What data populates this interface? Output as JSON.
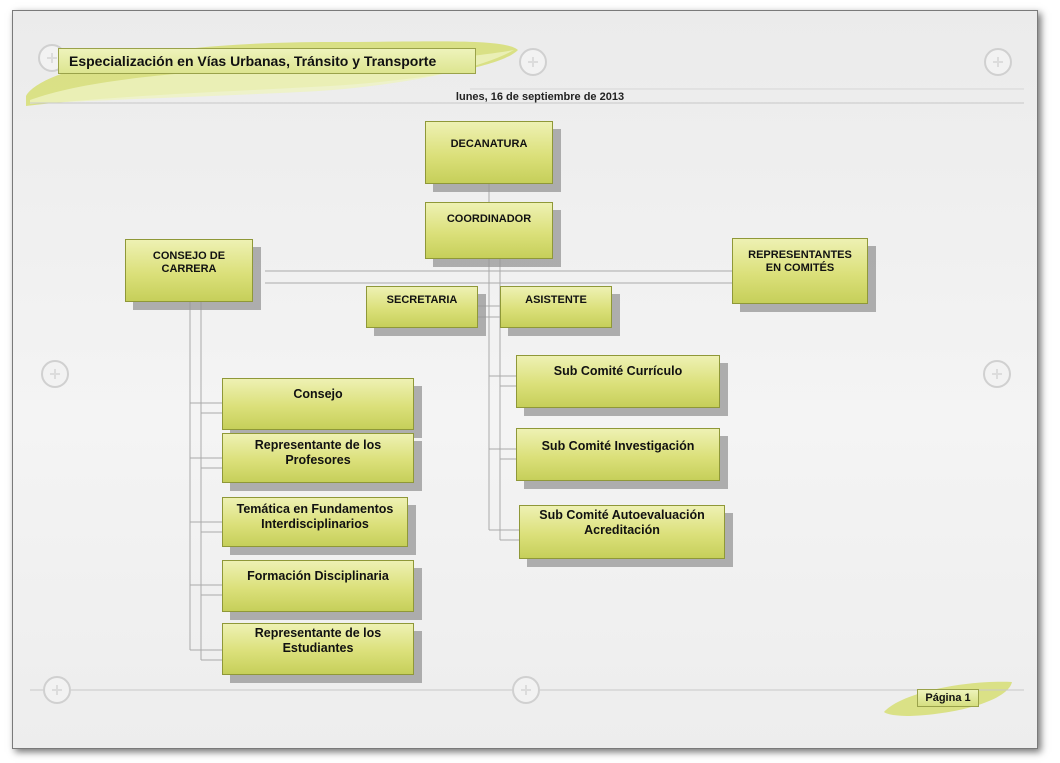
{
  "header": {
    "title": "Especialización en Vías Urbanas, Tránsito y Transporte",
    "date": "lunes, 16 de septiembre de 2013"
  },
  "org": {
    "decanatura": "DECANATURA",
    "coordinador": "COORDINADOR",
    "consejo_carrera": [
      "CONSEJO DE",
      "CARRERA"
    ],
    "representantes_comites": [
      "REPRESENTANTES",
      "EN COMITÉS"
    ],
    "secretaria": "SECRETARIA",
    "asistente": "ASISTENTE",
    "consejo_children": [
      [
        "Consejo"
      ],
      [
        "Representante de los",
        "Profesores"
      ],
      [
        "Temática en Fundamentos",
        "Interdisciplinarios"
      ],
      [
        "Formación Disciplinaria"
      ],
      [
        "Representante de los",
        "Estudiantes"
      ]
    ],
    "subcomites": [
      [
        "Sub Comité Currículo"
      ],
      [
        "Sub Comité Investigación"
      ],
      [
        "Sub Comité Autoevaluación",
        "Acreditación"
      ]
    ]
  },
  "footer": {
    "page": "Página 1"
  },
  "colors": {
    "box_fill": "#dbe07a",
    "box_border": "#8f9838",
    "connector": "#aaaaaa"
  }
}
